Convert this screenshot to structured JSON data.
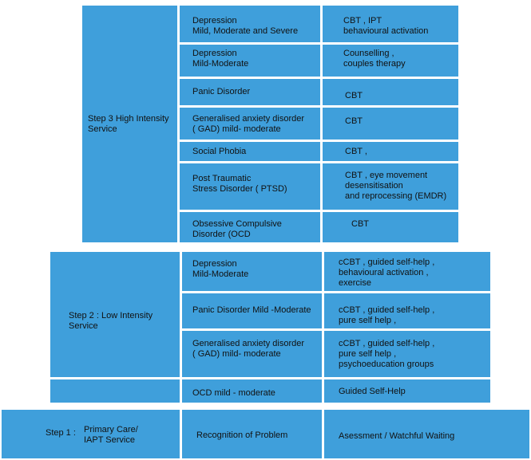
{
  "step3": {
    "label": "Step 3 High Intensity\nService",
    "rows": [
      {
        "condition": "Depression\nMild, Moderate and Severe",
        "treatment": "CBT , IPT\n behavioural activation"
      },
      {
        "condition": "Depression\nMild-Moderate",
        "treatment": "Counselling ,\ncouples therapy"
      },
      {
        "condition": "Panic Disorder",
        "treatment": "CBT"
      },
      {
        "condition": "Generalised anxiety disorder\n( GAD) mild- moderate",
        "treatment": "CBT"
      },
      {
        "condition": "Social Phobia",
        "treatment": "CBT ,"
      },
      {
        "condition": "Post Traumatic\nStress Disorder ( PTSD)",
        "treatment": "CBT , eye movement\ndesensitisation\n and reprocessing (EMDR)"
      },
      {
        "condition": "Obsessive Compulsive\nDisorder (OCD",
        "treatment": "CBT"
      }
    ]
  },
  "step2": {
    "label": "Step 2 : Low Intensity\nService",
    "rows": [
      {
        "condition": "Depression\nMild-Moderate",
        "treatment": "cCBT , guided self-help ,\nbehavioural activation ,\nexercise"
      },
      {
        "condition": "Panic Disorder Mild -Moderate",
        "treatment": "cCBT , guided self-help ,\npure self help ,"
      },
      {
        "condition": "Generalised anxiety disorder\n( GAD) mild- moderate",
        "treatment": "cCBT , guided self-help ,\npure self help ,\npsychoeducation groups"
      },
      {
        "condition": "OCD mild - moderate",
        "treatment": "Guided Self-Help"
      }
    ]
  },
  "step1": {
    "label_prefix": "Step 1 :",
    "label": "Primary Care/\nIAPT Service",
    "condition": "Recognition of Problem",
    "treatment": "Asessment / Watchful Waiting"
  }
}
